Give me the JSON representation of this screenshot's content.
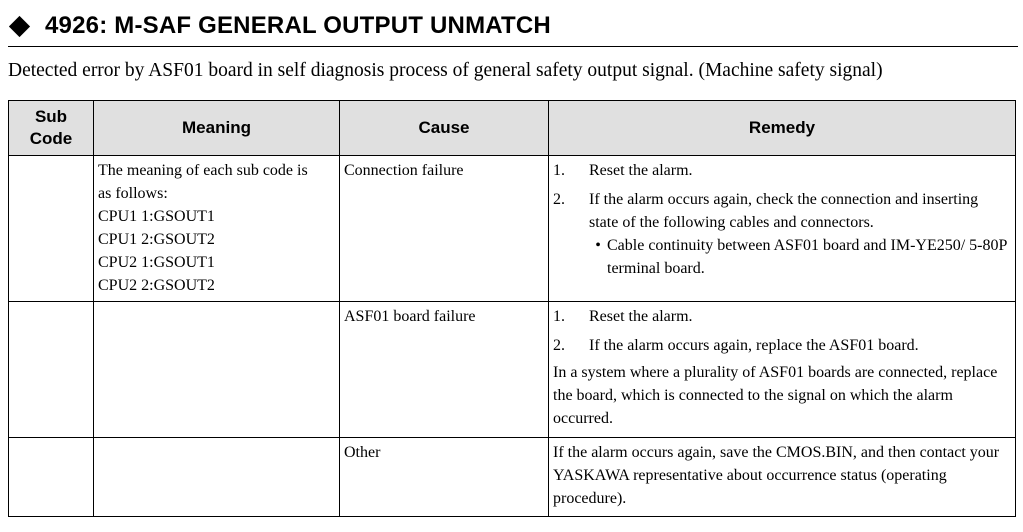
{
  "heading": {
    "bullet_icon": "diamond-icon",
    "title": "4926: M-SAF GENERAL OUTPUT UNMATCH"
  },
  "description": "Detected error by ASF01 board in self diagnosis process of general safety output signal. (Machine safety signal)",
  "table": {
    "headers": {
      "sub_code_line1": "Sub",
      "sub_code_line2": "Code",
      "meaning": "Meaning",
      "cause": "Cause",
      "remedy": "Remedy"
    },
    "rows": [
      {
        "sub_code": "",
        "meaning_lines": [
          "The meaning of each sub code is",
          "as follows:",
          "CPU1 1:GSOUT1",
          "CPU1 2:GSOUT2",
          "CPU2 1:GSOUT1",
          "CPU2 2:GSOUT2"
        ],
        "cause": "Connection failure",
        "remedy": {
          "steps": [
            {
              "num": "1.",
              "text": "Reset the alarm."
            },
            {
              "num": "2.",
              "text": "If the alarm occurs again, check the connection and inserting state of the following cables and connectors."
            }
          ],
          "bullet": "Cable continuity between ASF01 board and IM-YE250/ 5-80P terminal board."
        }
      },
      {
        "sub_code": "",
        "meaning": "",
        "cause": "ASF01 board failure",
        "remedy": {
          "steps": [
            {
              "num": "1.",
              "text": "Reset the alarm."
            },
            {
              "num": "2.",
              "text": "If the alarm occurs again, replace the ASF01 board."
            }
          ],
          "note": "In a system where a plurality of ASF01 boards are connected, replace the board, which is connected to the signal on which the alarm occurred."
        }
      },
      {
        "sub_code": "",
        "meaning": "",
        "cause": "Other",
        "remedy": {
          "text": "If the alarm occurs again, save the CMOS.BIN, and then contact your YASKAWA representative about occurrence status (operating procedure)."
        }
      }
    ]
  }
}
